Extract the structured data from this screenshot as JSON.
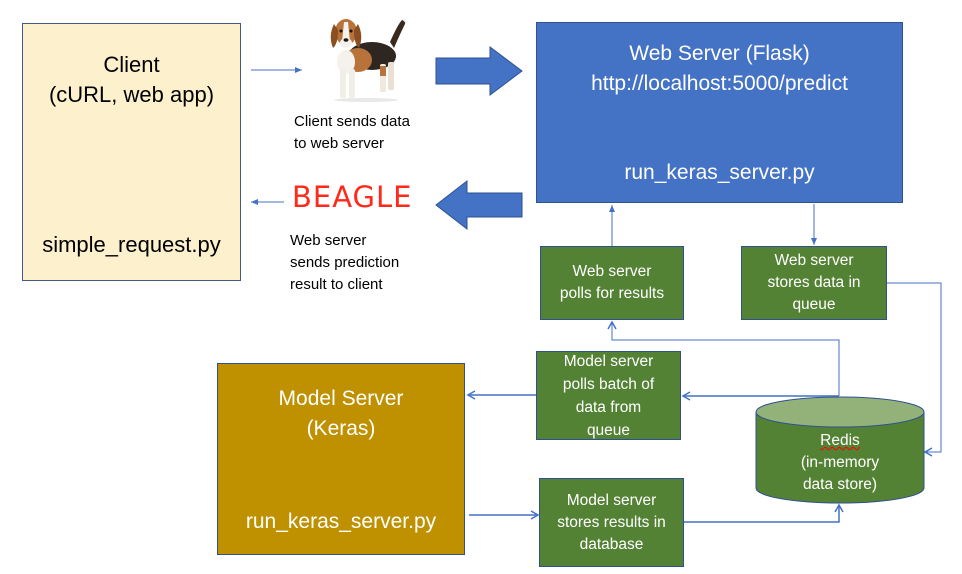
{
  "client": {
    "title": "Client",
    "subtitle": "(cURL, web app)",
    "script": "simple_request.py",
    "color": "#fdf0cc"
  },
  "web_server": {
    "title": "Web Server (Flask)",
    "url": "http://localhost:5000/predict",
    "script": "run_keras_server.py",
    "color": "#4472c4"
  },
  "model_server": {
    "title": "Model Server",
    "subtitle": "(Keras)",
    "script": "run_keras_server.py",
    "color": "#bf9000"
  },
  "steps": {
    "web_polls": [
      "Web server",
      "polls for results"
    ],
    "web_stores": [
      "Web server",
      "stores data in",
      "queue"
    ],
    "model_polls": [
      "Model server",
      "polls batch of",
      "data from",
      "queue"
    ],
    "model_stores": [
      "Model server",
      "stores results in",
      "database"
    ],
    "color": "#548235"
  },
  "redis": {
    "name": "Redis",
    "line2": "(in-memory",
    "line3": "data store)",
    "color": "#548235",
    "top_color": "#93b27a"
  },
  "annotations": {
    "client_sends": [
      "Client sends data",
      "to web server"
    ],
    "prediction": "BEAGLE",
    "web_sends": [
      "Web server",
      "sends prediction",
      "result to client"
    ]
  },
  "image": {
    "subject": "beagle-dog"
  },
  "colors": {
    "arrow": "#4472c4",
    "prediction": "#ff2a1a"
  }
}
